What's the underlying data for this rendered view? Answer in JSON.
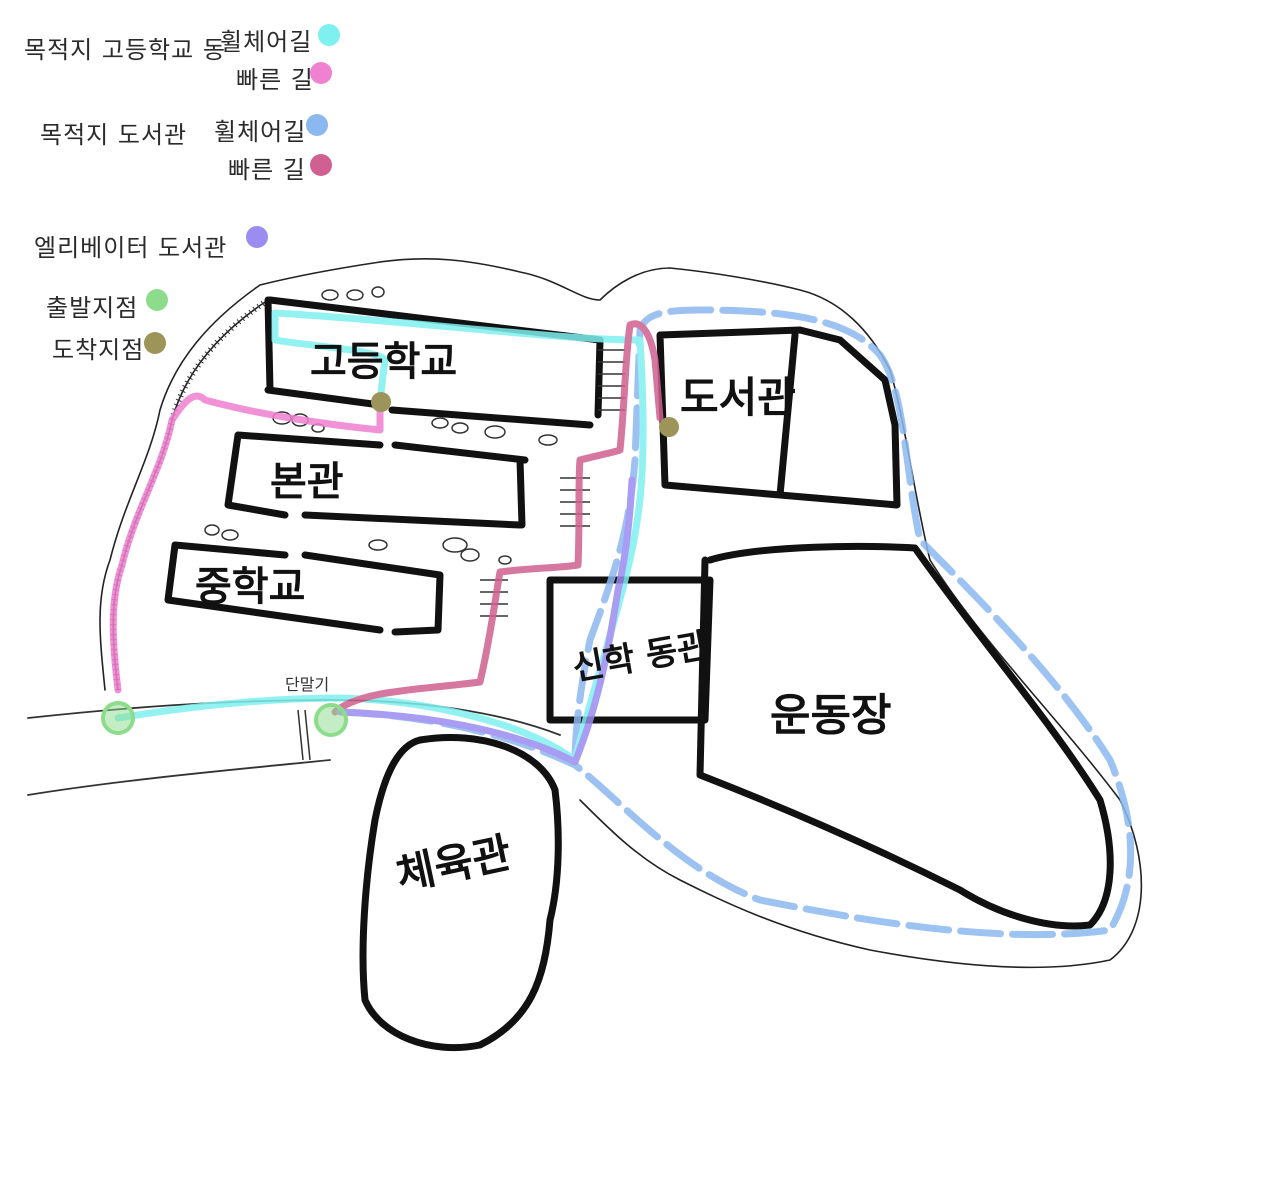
{
  "legend": {
    "hs_title": "목적지 고등학교 동",
    "hs_wheel": "휠체어길",
    "hs_fast": "빠른 길",
    "lib_title": "목적지 도서관",
    "lib_wheel": "휠체어길",
    "lib_fast": "빠른 길",
    "elevator": "엘리베이터 도서관",
    "start": "출발지점",
    "arrive": "도착지점"
  },
  "colors": {
    "hs_wheel": "#7FF0F0",
    "hs_fast": "#F080D0",
    "lib_wheel": "#8CB8F0",
    "lib_fast": "#D06090",
    "elevator": "#9A8CF0",
    "start": "#8CDC8C",
    "arrive": "#9C9458"
  },
  "buildings": {
    "high_school": "고등학교",
    "main_hall": "본관",
    "middle_school": "중학교",
    "library": "도서관",
    "student_center": "신학 동관",
    "field": "운동장",
    "gym": "체육관"
  },
  "labels": {
    "slope": "단말기"
  }
}
